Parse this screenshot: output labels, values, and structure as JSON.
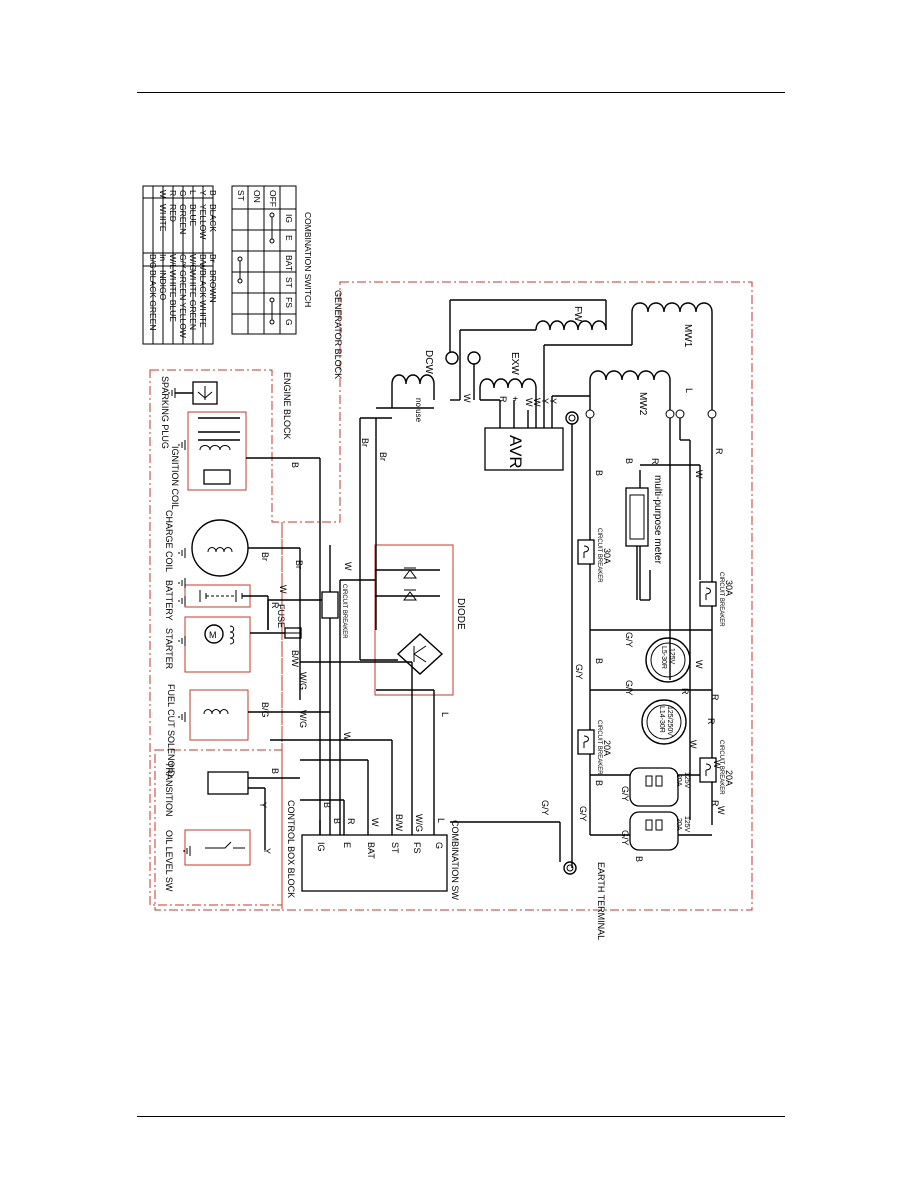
{
  "legend": {
    "rows": [
      {
        "code": "B",
        "name": "BLACK",
        "code2": "Br",
        "name2": "BROWN"
      },
      {
        "code": "Y",
        "name": "YELLOW",
        "code2": "B/W",
        "name2": "BLACK WHITE"
      },
      {
        "code": "L",
        "name": "BLUE",
        "code2": "W/G",
        "name2": "WHITE GREEN"
      },
      {
        "code": "G",
        "name": "GREEN",
        "code2": "G/Y",
        "name2": "GREEN YELLOW"
      },
      {
        "code": "R",
        "name": "RED",
        "code2": "W/L",
        "name2": "WHITE BLUE"
      },
      {
        "code": "W",
        "name": "WHITE",
        "code2": "In",
        "name2": "INDIGO"
      },
      {
        "code": "",
        "name": "",
        "code2": "B/G",
        "name2": "BLACK GREEN"
      }
    ]
  },
  "combination_switch": {
    "title": "COMBINATION SWITCH",
    "columns": [
      "IG",
      "E",
      "BAT",
      "ST",
      "FS",
      "G"
    ],
    "rows": [
      "OFF",
      "ON",
      "ST"
    ]
  },
  "blocks": {
    "generator": "GENERATOR BLOCK",
    "engine": "ENGINE BLOCK",
    "control_box": "CONTROL BOX BLOCK"
  },
  "components": {
    "mw1": "MW1",
    "mw2": "MW2",
    "fw": "FW",
    "exw": "EXW",
    "dcw": "DCW",
    "avr": "AVR",
    "no_use": "no use",
    "meter": "multi-purpose meter",
    "cb_30a_top_label": "CIRCUIT BREAKER",
    "cb_30a_top_value": "30A",
    "cb_30a_low_label": "CIRCUIT BREAKER",
    "cb_30a_low_value": "30A",
    "cb_20a_top_label": "CIRCUIT BREAKER",
    "cb_20a_top_value": "20A",
    "cb_20a_low_label": "CIRCUIT BREAKER",
    "cb_20a_low_value": "20A",
    "cb_small_label": "CIRCUIT BREAKER",
    "diode": "DIODE",
    "earth_terminal": "EARTH TERMINAL",
    "sparking_plug": "SPARKING PLUG",
    "ignition_coil": "IGNITION COIL",
    "charge_coil": "CHARGE COIL",
    "battery": "BATTERY",
    "fuse": "FUSE",
    "starter": "STARTER",
    "fuel_cut": "FUEL CUT SOLENOID",
    "transition": "TRANSITION",
    "oil_level": "OIL LEVEL SW",
    "combination_sw": "COMBINATION SW",
    "outlet1_line1": "125V",
    "outlet1_line2": "L5-30R",
    "outlet2_line1": "125/250V",
    "outlet2_line2": "L14-30R",
    "outlet3_line1": "125V",
    "outlet3_line2": "20A",
    "outlet4_line1": "125V",
    "outlet4_line2": "20A"
  },
  "terminals": {
    "avr_r": "R",
    "avr_plus": "+",
    "avr_w1": "W",
    "avr_w2": "W",
    "avr_y1": "Y",
    "avr_y2": "Y",
    "sw_ig": "IG",
    "sw_e": "E",
    "sw_bat": "BAT",
    "sw_st": "ST",
    "sw_fs": "FS",
    "sw_g": "G"
  },
  "wire_labels": {
    "b_top": "B",
    "r_top": "R",
    "w_top": "W",
    "r_right": "R",
    "l_mw1": "L",
    "w_fw": "W",
    "br_dcw1": "Br",
    "br_dcw2": "Br",
    "b_ign": "B",
    "br_charge1": "Br",
    "br_charge2": "Br",
    "w_charge": "W",
    "w_fuse": "W",
    "r_batt": "R",
    "bw_start": "B/W",
    "wg_1": "W/G",
    "wg_2": "W/G",
    "bg_fuel": "B/G",
    "w_ctrl": "W",
    "b_trans": "B",
    "y_trans": "Y",
    "y_oil": "Y",
    "b_ctrl1": "B",
    "b_ctrl2": "B",
    "r_ctrl": "R",
    "w_ctrl2": "W",
    "bw_ctrl": "B/W",
    "wg_ctrl": "W/G",
    "l_ctrl": "L",
    "l_diode": "L",
    "gy_1": "G/Y",
    "gy_2": "G/Y",
    "gy_3": "G/Y",
    "gy_4": "G/Y",
    "gy_5": "G/Y",
    "gy_6": "G/Y",
    "b_out1": "B",
    "b_out2": "B",
    "b_out3": "B",
    "b_out4": "B",
    "w_out1": "W",
    "w_out2": "W",
    "w_out3": "W",
    "w_out4": "W",
    "r_out1": "R",
    "r_out2": "R",
    "r_out3": "R",
    "r_out4": "R",
    "gy_earth": "G/Y"
  }
}
